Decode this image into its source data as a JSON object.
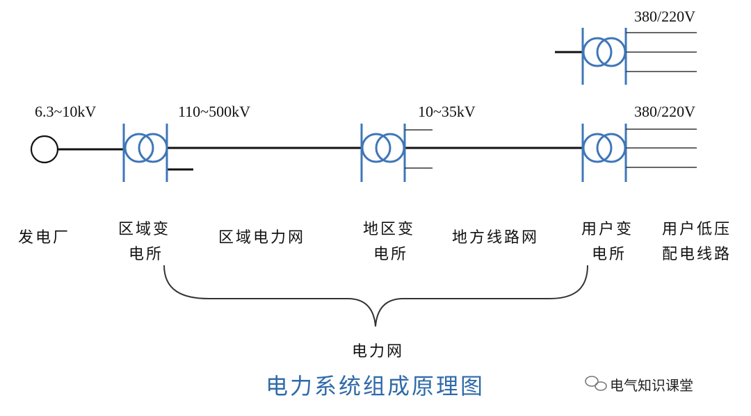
{
  "voltages": {
    "generator": "6.3~10kV",
    "transmission": "110~500kV",
    "distribution": "10~35kV",
    "user_lv": "380/220V",
    "top_lv": "380/220V"
  },
  "labels": {
    "power_plant": "发电厂",
    "regional_substation_line1": "区域变",
    "regional_substation_line2": "电所",
    "regional_grid": "区域电力网",
    "area_substation_line1": "地区变",
    "area_substation_line2": "电所",
    "local_network": "地方线路网",
    "user_substation_line1": "用户变",
    "user_substation_line2": "电所",
    "lv_line1": "用户低压",
    "lv_line2": "配电线路",
    "grid": "电力网"
  },
  "title": "电力系统组成原理图",
  "watermark": "电气知识课堂",
  "colors": {
    "accent": "#3e76b8",
    "title": "#2f6aa8",
    "line": "#111111"
  }
}
